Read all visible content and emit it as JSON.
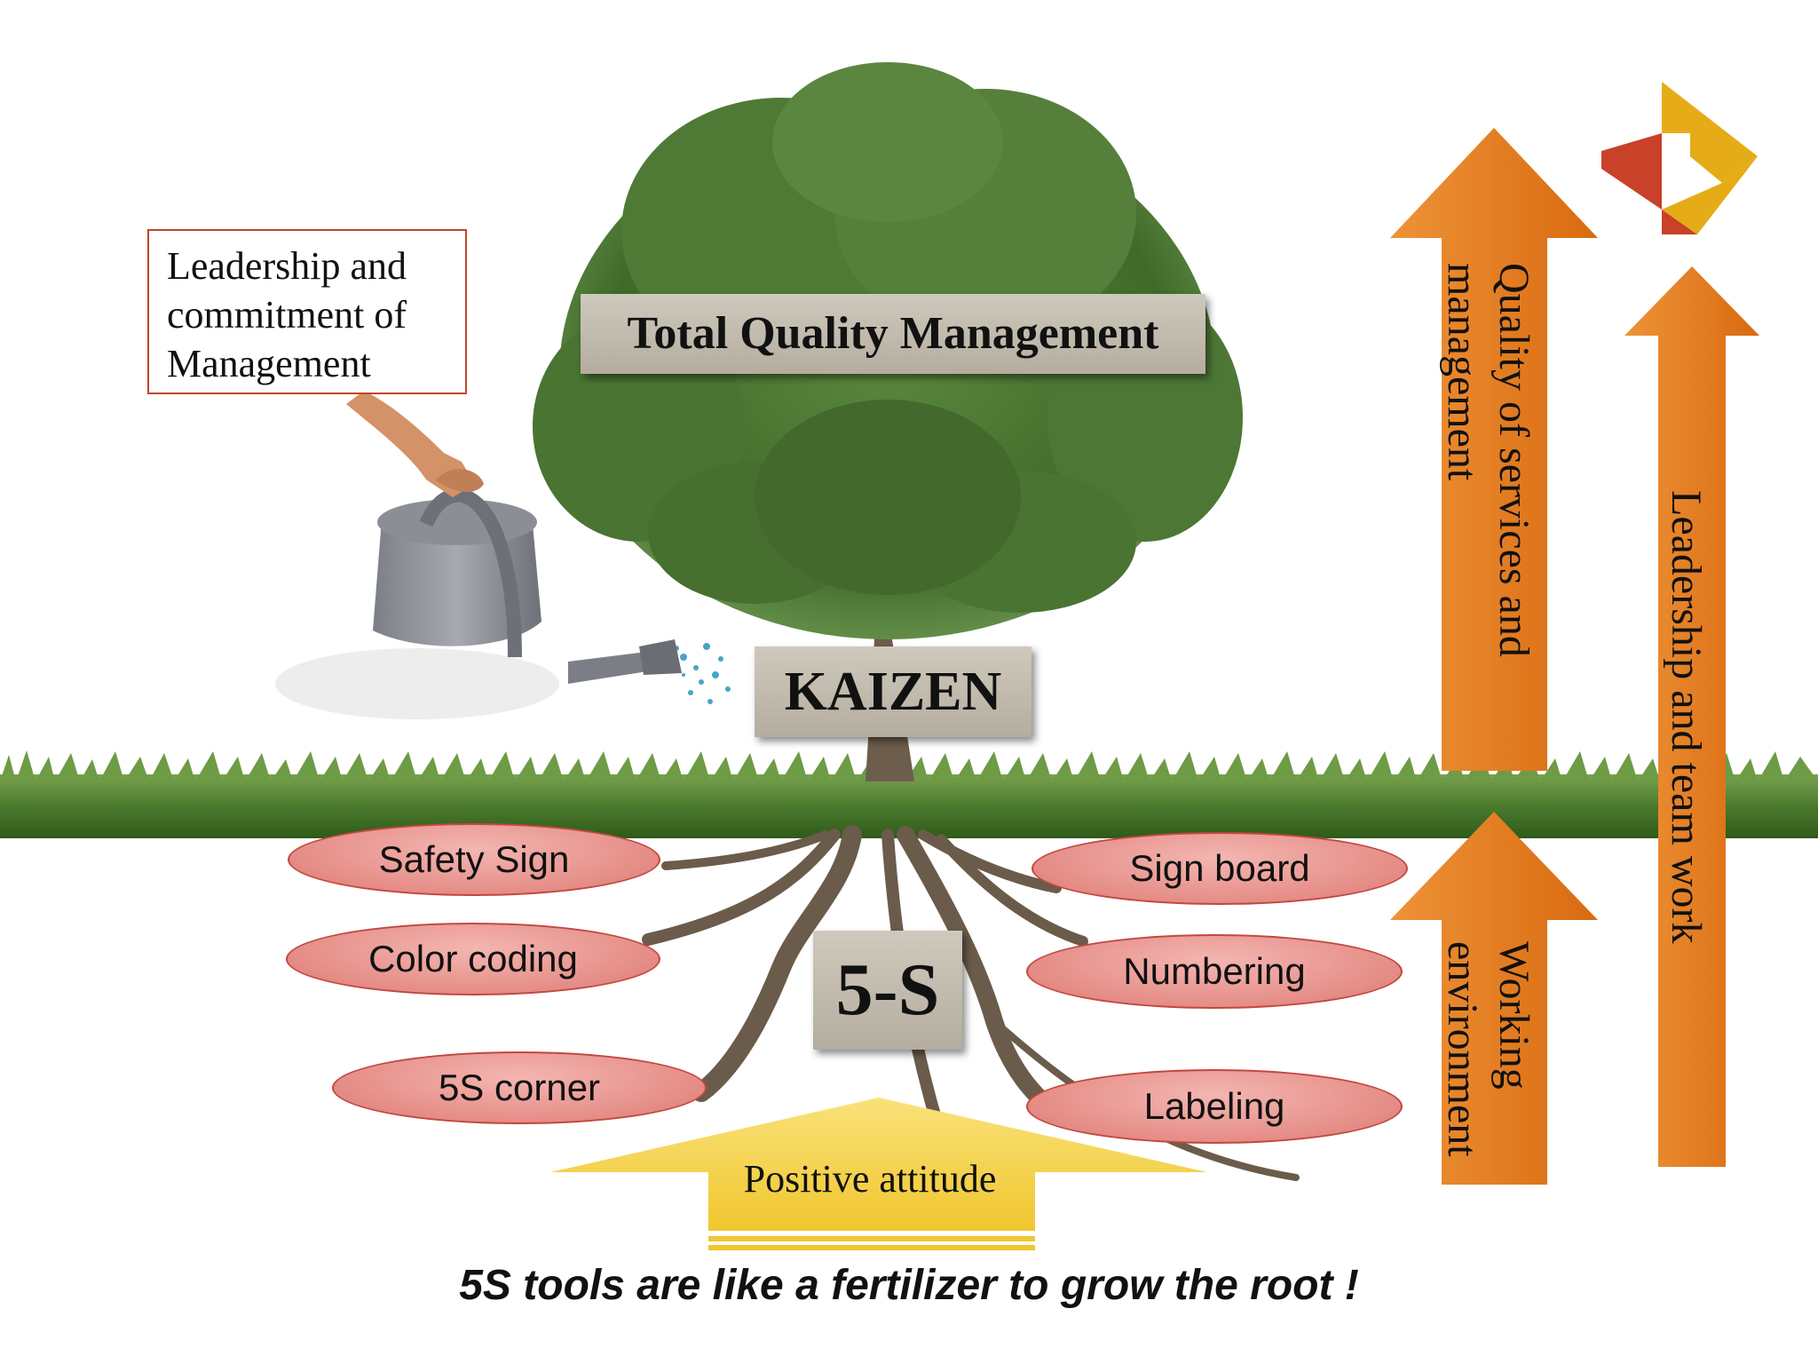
{
  "tree": {
    "top_label": "Total Quality Management",
    "middle_label": "KAIZEN",
    "root_label": "5-S"
  },
  "leadership_box": {
    "lines": [
      "Leadership and",
      "commitment of",
      "Management"
    ]
  },
  "tools": {
    "left": [
      "Safety Sign",
      "Color coding",
      "5S corner"
    ],
    "right": [
      "Sign board",
      "Numbering",
      "Labeling"
    ]
  },
  "arrows": {
    "quality": [
      "Quality of services and",
      "management"
    ],
    "working": [
      "Working",
      "environment"
    ],
    "leadership": "Leadership and team work",
    "fertilizer": "Positive attitude"
  },
  "caption": "5S tools are like a fertilizer to grow the root !",
  "colors": {
    "arrow_orange": "#e57f1f",
    "fertilizer_yellow": "#f6d84a",
    "oval_red": "#e58c86",
    "label_gray": "#bfb8aa",
    "grass_green": "#4b7a2c",
    "foliage_green": "#4f7a36",
    "logo_red": "#c84128",
    "logo_yellow": "#e5ac17"
  },
  "icons": [
    "watering-can-icon",
    "hand-icon",
    "tree-icon",
    "logo-icon"
  ]
}
